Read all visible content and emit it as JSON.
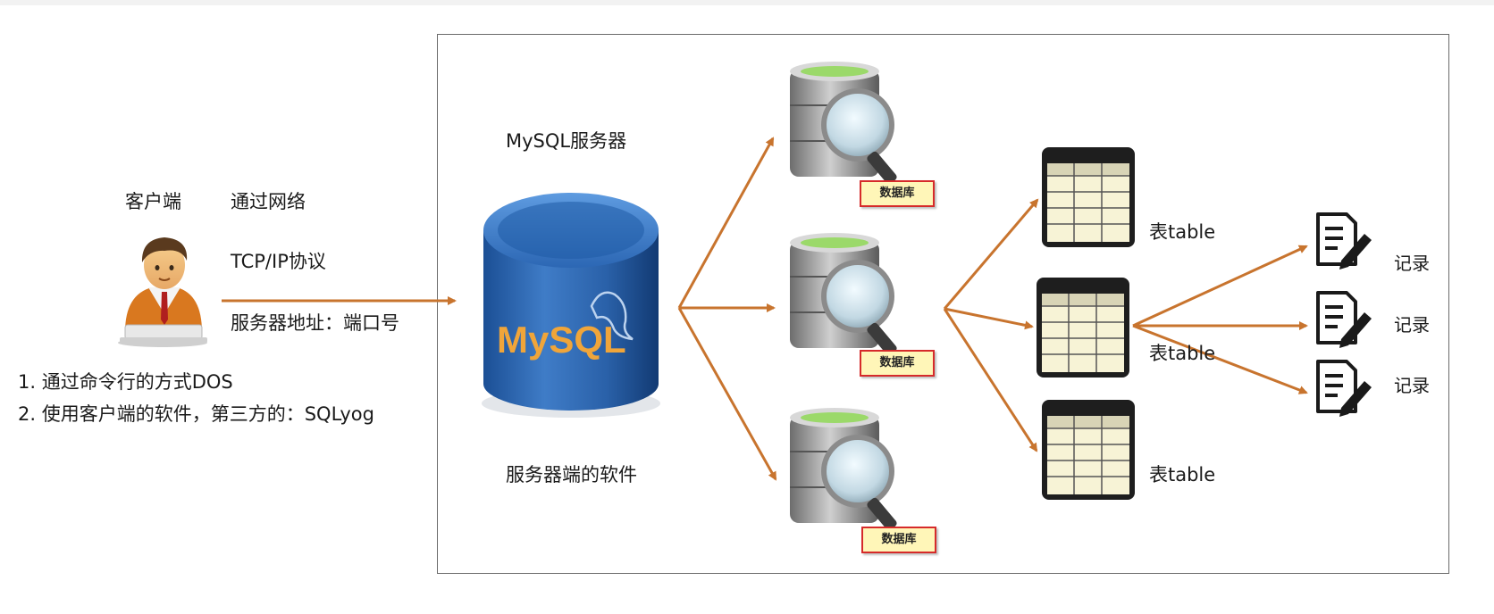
{
  "client": {
    "title": "客户端",
    "methods": [
      "1. 通过命令行的方式DOS",
      "2. 使用客户端的软件，第三方的：SQLyog"
    ]
  },
  "network": {
    "title": "通过网络",
    "protocol": "TCP/IP协议",
    "address": "服务器地址：端口号"
  },
  "server": {
    "title": "MySQL服务器",
    "subtitle": "服务器端的软件",
    "logo_text": "MySQL"
  },
  "databases": [
    {
      "label": "数据库"
    },
    {
      "label": "数据库"
    },
    {
      "label": "数据库"
    }
  ],
  "tables": [
    {
      "label": "表table"
    },
    {
      "label": "表table"
    },
    {
      "label": "表table"
    }
  ],
  "records": [
    {
      "label": "记录"
    },
    {
      "label": "记录"
    },
    {
      "label": "记录"
    }
  ],
  "colors": {
    "arrow": "#c8742e",
    "frame_border": "#6a6a6a",
    "db_tag_fill": "#fff6b8",
    "db_tag_border": "#d62a2a"
  }
}
